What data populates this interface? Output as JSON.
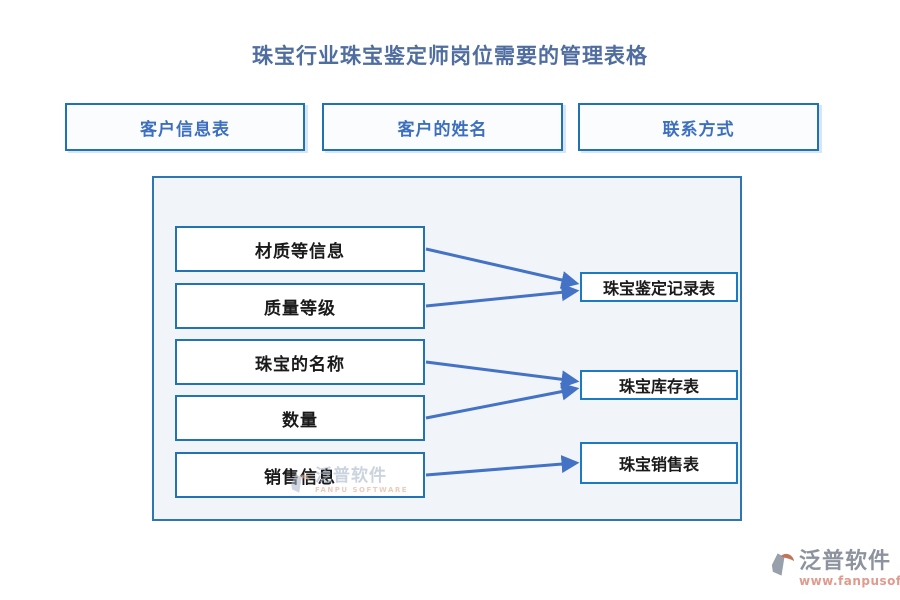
{
  "title": "珠宝行业珠宝鉴定师岗位需要的管理表格",
  "top_boxes": [
    {
      "label": "客户信息表"
    },
    {
      "label": "客户的姓名"
    },
    {
      "label": "联系方式"
    }
  ],
  "flow": {
    "left_boxes": [
      {
        "label": "材质等信息"
      },
      {
        "label": "质量等级"
      },
      {
        "label": "珠宝的名称"
      },
      {
        "label": "数量"
      },
      {
        "label": "销售信息"
      }
    ],
    "right_boxes": [
      {
        "label": "珠宝鉴定记录表"
      },
      {
        "label": "珠宝库存表"
      },
      {
        "label": "珠宝销售表"
      }
    ],
    "arrows": [
      {
        "from": 0,
        "to": 0
      },
      {
        "from": 1,
        "to": 0
      },
      {
        "from": 2,
        "to": 1
      },
      {
        "from": 3,
        "to": 1
      },
      {
        "from": 4,
        "to": 2
      }
    ]
  },
  "watermark": {
    "name": "泛普软件",
    "subtitle": "FANPU SOFTWARE"
  },
  "brand": {
    "name": "泛普软件",
    "url": "www.fanpusoft.com"
  },
  "colors": {
    "box_border": "#2273b5",
    "arrow": "#4472c4",
    "title_text": "#4f6d9f",
    "top_box_text": "#3e6fbf",
    "container_bg": "#f1f5fa"
  }
}
